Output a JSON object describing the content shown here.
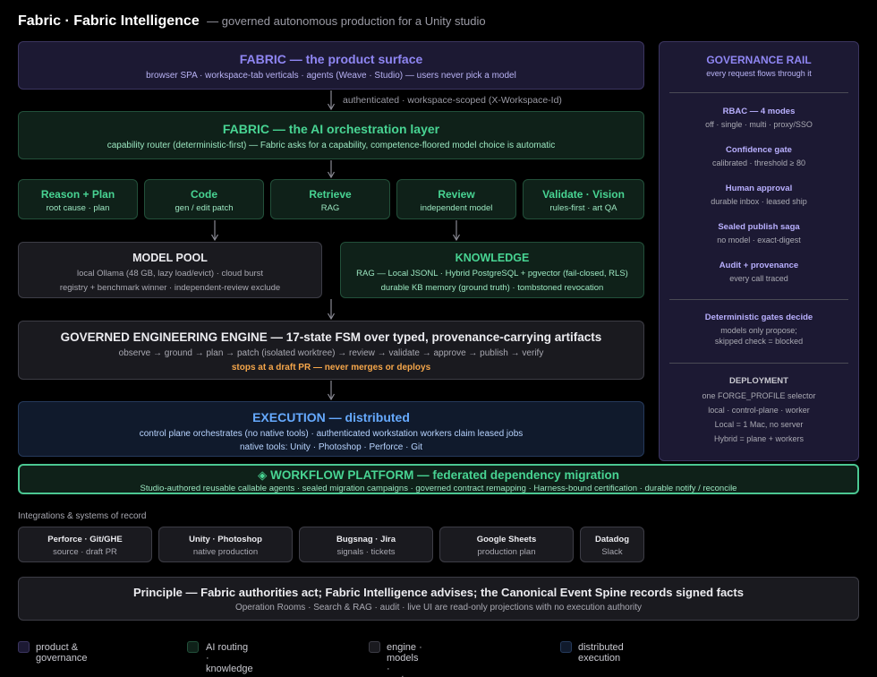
{
  "header": {
    "title": "Fabric · Fabric Intelligence",
    "subtitle": "— governed autonomous production for a Unity studio"
  },
  "surface": {
    "title": "FABRIC — the product surface",
    "sub": "browser SPA · workspace-tab verticals · agents (Weave · Studio) — users never pick a model"
  },
  "arrow_label": "authenticated · workspace-scoped (X-Workspace-Id)",
  "orchestration": {
    "title": "FABRIC — the AI orchestration layer",
    "sub": "capability router (deterministic-first) — Fabric asks for a capability, competence-floored model choice is automatic"
  },
  "capabilities": [
    {
      "title": "Reason + Plan",
      "sub": "root cause · plan"
    },
    {
      "title": "Code",
      "sub": "gen / edit patch"
    },
    {
      "title": "Retrieve",
      "sub": "RAG"
    },
    {
      "title": "Review",
      "sub": "independent model"
    },
    {
      "title": "Validate · Vision",
      "sub": "rules-first · art QA"
    }
  ],
  "model_pool": {
    "title": "MODEL POOL",
    "line1": "local Ollama (48 GB, lazy load/evict) · cloud burst",
    "line2": "registry + benchmark winner · independent-review exclude"
  },
  "knowledge": {
    "title": "KNOWLEDGE",
    "line1": "RAG — Local JSONL · Hybrid PostgreSQL + pgvector (fail-closed, RLS)",
    "line2": "durable KB memory (ground truth) · tombstoned revocation"
  },
  "engine": {
    "title": "GOVERNED ENGINEERING ENGINE — 17-state FSM over typed, provenance-carrying artifacts",
    "line1": "observe → ground → plan → patch (isolated worktree) → review → validate → approve → publish → verify",
    "line2": "stops at a draft PR — never merges or deploys"
  },
  "execution": {
    "title": "EXECUTION — distributed",
    "line1": "control plane orchestrates (no native tools) · authenticated workstation workers claim leased jobs",
    "line2": "native tools: Unity · Photoshop · Perforce · Git"
  },
  "workflow": {
    "title": "◈ WORKFLOW PLATFORM — federated dependency migration",
    "sub": "Studio-authored reusable callable agents · sealed migration campaigns · governed contract remapping · Harness-bound certification · durable notify / reconcile"
  },
  "rail": {
    "title": "GOVERNANCE RAIL",
    "sub": "every request flows through it",
    "items": [
      {
        "title": "RBAC — 4 modes",
        "sub": "off · single · multi · proxy/SSO"
      },
      {
        "title": "Confidence gate",
        "sub": "calibrated · threshold ≥ 80"
      },
      {
        "title": "Human approval",
        "sub": "durable inbox · leased ship"
      },
      {
        "title": "Sealed publish saga",
        "sub": "no model · exact-digest"
      },
      {
        "title": "Audit + provenance",
        "sub": "every call traced"
      }
    ],
    "gates": {
      "title": "Deterministic gates decide",
      "line1": "models only propose;",
      "line2": "skipped check = blocked"
    },
    "deployment": {
      "title": "DEPLOYMENT",
      "lines": [
        "one FORGE_PROFILE selector",
        "local · control-plane · worker",
        "Local = 1 Mac, no server",
        "Hybrid = plane + workers"
      ]
    }
  },
  "integrations": {
    "heading": "Integrations & systems of record",
    "items": [
      {
        "title": "Perforce · Git/GHE",
        "sub": "source · draft PR"
      },
      {
        "title": "Unity · Photoshop",
        "sub": "native production"
      },
      {
        "title": "Bugsnag · Jira",
        "sub": "signals · tickets"
      },
      {
        "title": "Google Sheets",
        "sub": "production plan"
      },
      {
        "title": "Datadog",
        "sub": "Slack"
      }
    ]
  },
  "principle": {
    "title": "Principle — Fabric authorities act; Fabric Intelligence advises; the Canonical Event Spine records signed facts",
    "sub": "Operation Rooms · Search & RAG · audit · live UI are read-only projections with no execution authority"
  },
  "legend": [
    {
      "label": "product & governance",
      "color": "#1c1933",
      "border": "#3b3560"
    },
    {
      "label": "AI routing · knowledge",
      "color": "#0f2119",
      "border": "#22503a"
    },
    {
      "label": "engine · models · systems",
      "color": "#1a1a1f",
      "border": "#3d3d46"
    },
    {
      "label": "distributed execution",
      "color": "#101a2c",
      "border": "#253a5c"
    }
  ]
}
